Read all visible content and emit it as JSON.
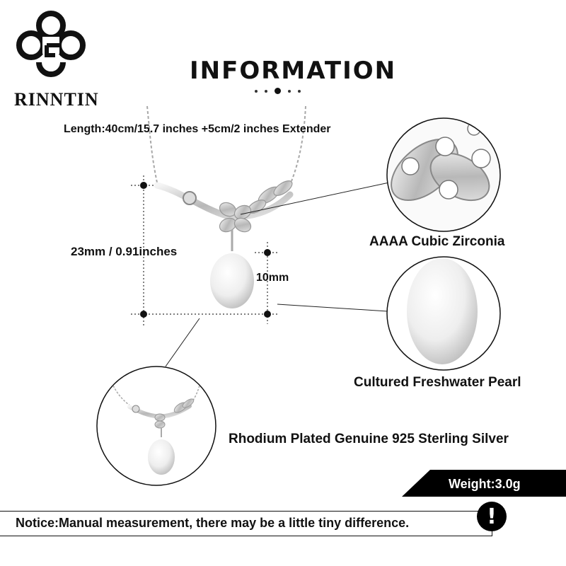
{
  "brand": {
    "name": "RINNTIN",
    "logo_icon": "clover-logo-icon"
  },
  "header": {
    "title": "INFORMATION",
    "pager_dots": 5,
    "pager_active_index": 2
  },
  "dimensions": {
    "length": "Length:40cm/15.7 inches +5cm/2 inches Extender",
    "pendant_height": "23mm / 0.91inches",
    "pearl_size": "10mm"
  },
  "features": {
    "zirconia": "AAAA Cubic Zirconia",
    "pearl": "Cultured Freshwater Pearl",
    "silver": "Rhodium Plated Genuine 925 Sterling Silver"
  },
  "weight": "Weight:3.0g",
  "notice": "Notice:Manual measurement, there may be a little tiny difference.",
  "notice_icon": "exclamation-icon",
  "colors": {
    "ink": "#111111",
    "silver": "#c8c8c8",
    "pearl": "#f3f3f3",
    "background": "#ffffff"
  }
}
